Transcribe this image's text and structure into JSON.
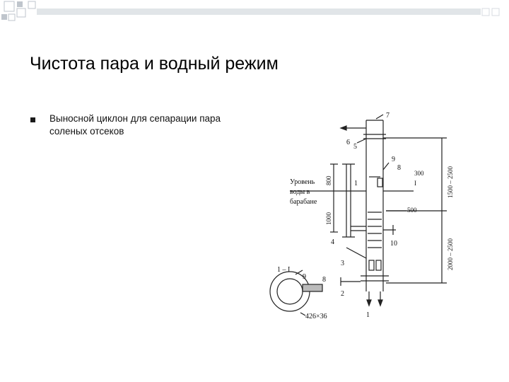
{
  "slide": {
    "title": "Чистота пара и водный режим",
    "bullets": [
      {
        "text": "Выносной циклон для сепарации пара соленых отсеков"
      }
    ]
  },
  "diagram": {
    "callout_numbers": [
      "7",
      "6",
      "5",
      "9",
      "8",
      "1",
      "4",
      "10",
      "3",
      "2",
      "1"
    ],
    "level_label": [
      "Уровень",
      "воды в",
      "барабане"
    ],
    "dimensions": [
      "800",
      "1000",
      "300",
      "500",
      "1500 – 2500",
      "2000 – 2500"
    ],
    "section_label": "1 – I",
    "section_numbers": [
      "9",
      "8"
    ],
    "pipe_size": "426×36",
    "marker": "I"
  },
  "colors": {
    "text": "#111111",
    "line": "#222222",
    "bullet": "#1a1a1a",
    "deco": "#d0d4d8"
  }
}
